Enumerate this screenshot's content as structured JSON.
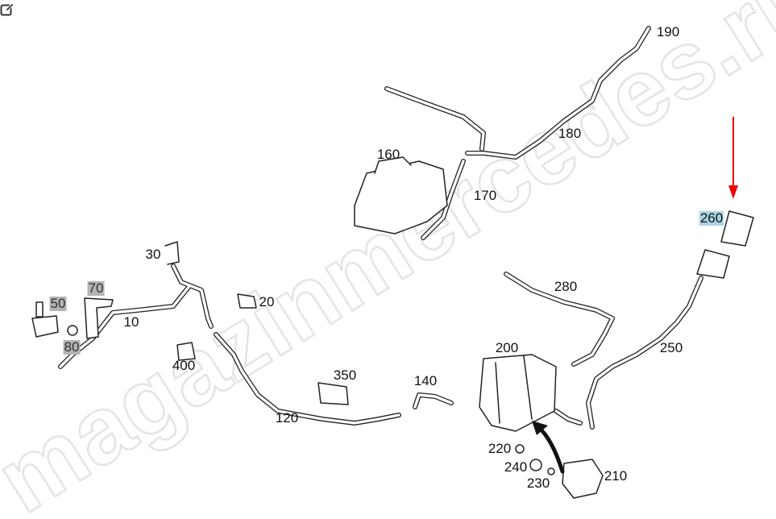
{
  "watermark": "magazinmercedes.ru",
  "toolbar": {
    "edit_icon": "edit-icon"
  },
  "colors": {
    "arrow": "#ee0000",
    "highlight_selected": "#a9d4e6",
    "highlight_gray": "#b3b3b3"
  },
  "labels": {
    "p10": "10",
    "p20": "20",
    "p30": "30",
    "p50": "50",
    "p70": "70",
    "p80": "80",
    "p120": "120",
    "p140": "140",
    "p160": "160",
    "p170": "170",
    "p180": "180",
    "p190": "190",
    "p200": "200",
    "p210": "210",
    "p220": "220",
    "p230": "230",
    "p240": "240",
    "p250": "250",
    "p260": "260",
    "p280": "280",
    "p350": "350",
    "p400": "400"
  }
}
